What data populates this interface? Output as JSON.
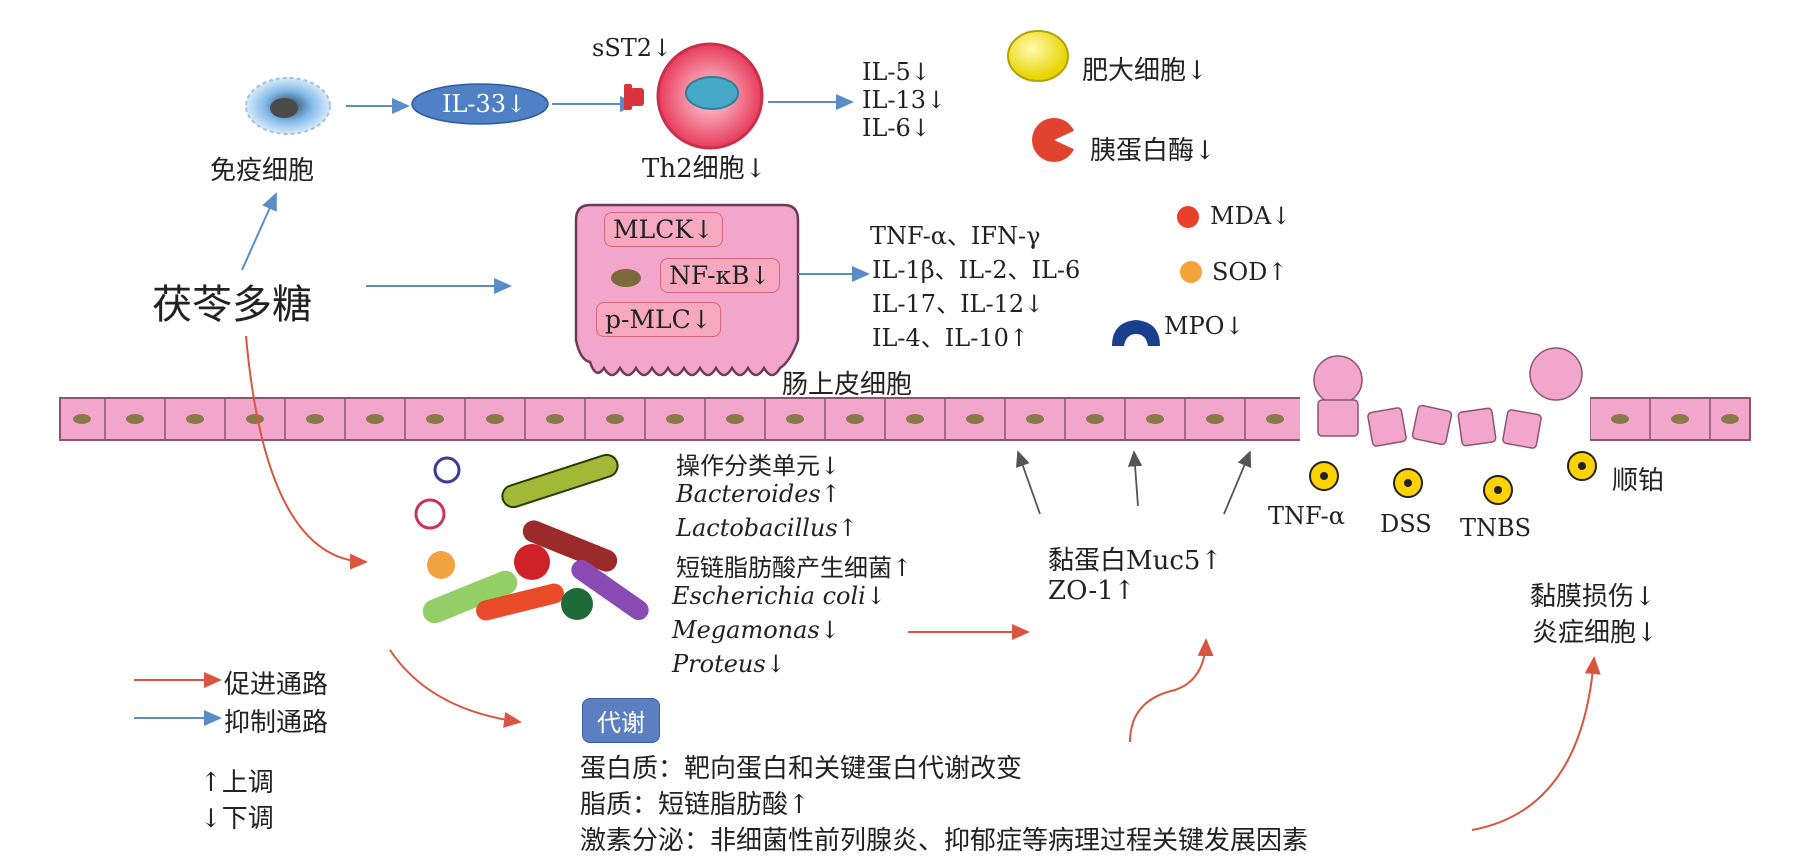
{
  "center": {
    "label": "茯苓多糖"
  },
  "immune": {
    "cell_label": "免疫细胞",
    "il33": "IL-33↓",
    "sst2": "sST2↓",
    "th2": "Th2细胞↓",
    "cytokines": [
      "IL-5↓",
      "IL-13↓",
      "IL-6↓"
    ]
  },
  "right_markers": {
    "mast_cell": "肥大细胞↓",
    "trypsin": "胰蛋白酶↓",
    "mda": "MDA↓",
    "sod": "SOD↑",
    "mpo": "MPO↓"
  },
  "epithelial": {
    "cell_label": "肠上皮细胞",
    "boxes": [
      "MLCK↓",
      "NF-κB↓",
      "p-MLC↓"
    ],
    "cytokines": [
      "TNF-α、IFN-γ",
      "IL-1β、IL-2、IL-6",
      "IL-17、IL-12↓",
      "IL-4、IL-10↑"
    ]
  },
  "microbiota": {
    "items": [
      {
        "text": "操作分类单元↓",
        "italic": false
      },
      {
        "text": "Bacteroides↑",
        "italic": true
      },
      {
        "text": "Lactobacillus↑",
        "italic": true
      },
      {
        "text": "短链脂肪酸产生细菌↑",
        "italic": false
      },
      {
        "text": "Escherichia coli↓",
        "italic": true
      },
      {
        "text": "Megamonas↓",
        "italic": true
      },
      {
        "text": "Proteus↓",
        "italic": true
      }
    ]
  },
  "mucus": {
    "lines": [
      "黏蛋白Muc5↑",
      "ZO-1↑"
    ]
  },
  "damage_agents": [
    "TNF-α",
    "DSS",
    "TNBS",
    "顺铂"
  ],
  "outcome": {
    "lines": [
      "黏膜损伤↓",
      "炎症细胞↓"
    ]
  },
  "metabolism": {
    "badge": "代谢",
    "lines": [
      "蛋白质：靶向蛋白和关键蛋白代谢改变",
      "脂质：短链脂肪酸↑",
      "激素分泌：非细菌性前列腺炎、抑郁症等病理过程关键发展因素"
    ]
  },
  "legend": {
    "promote": "促进通路",
    "inhibit": "抑制通路",
    "up": "↑上调",
    "down": "↓下调"
  },
  "colors": {
    "promote_arrow": "#d9553f",
    "inhibit_arrow": "#5a8cc8",
    "gray_arrow": "#555555",
    "epithelium_pink": "#f3a6cc",
    "il33_ellipse": "#4f7fc4"
  }
}
